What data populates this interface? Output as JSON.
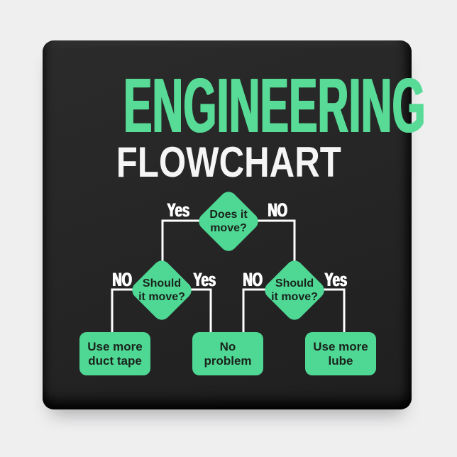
{
  "page": {
    "background_color": "#efeff0"
  },
  "magnet": {
    "face_color": "#262626"
  },
  "title": {
    "main": "ENGINEERING",
    "main_color": "#57db96",
    "sub": "FLOWCHART",
    "sub_color": "#f5f5f5"
  },
  "flowchart": {
    "node_fill": "#4fd794",
    "node_text_color": "#1a231c",
    "connector_color": "#ffffff",
    "decisions": [
      {
        "id": "does-it-move",
        "line1": "Does it",
        "line2": "move?",
        "left_label": "Yes",
        "right_label": "NO"
      },
      {
        "id": "should-it-move-left",
        "line1": "Should",
        "line2": "it move?",
        "left_label": "NO",
        "right_label": "Yes"
      },
      {
        "id": "should-it-move-right",
        "line1": "Should",
        "line2": "it move?",
        "left_label": "NO",
        "right_label": "Yes"
      }
    ],
    "results": [
      {
        "id": "use-more-duct-tape",
        "line1": "Use more",
        "line2": "duct tape"
      },
      {
        "id": "no-problem",
        "line1": "No",
        "line2": "problem"
      },
      {
        "id": "use-more-lube",
        "line1": "Use more",
        "line2": "lube"
      }
    ]
  }
}
